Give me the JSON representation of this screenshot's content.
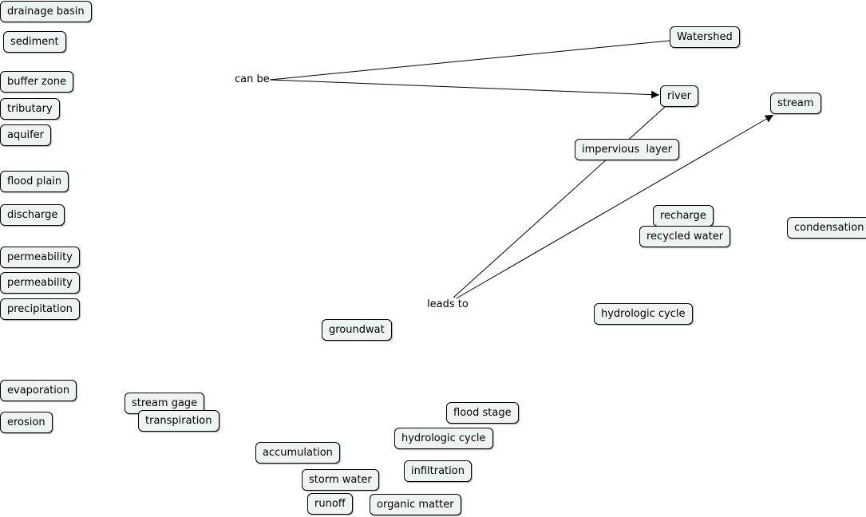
{
  "concepts": {
    "drainage_basin": "drainage basin",
    "sediment": "sediment",
    "buffer_zone": "buffer zone",
    "tributary": "tributary",
    "aquifer": "aquifer",
    "flood_plain": "flood plain",
    "discharge": "discharge",
    "permeability_1": "permeability",
    "permeability_2": "permeability",
    "precipitation": "precipitation",
    "evaporation": "evaporation",
    "erosion": "erosion",
    "stream_gage": "stream gage",
    "transpiration": "transpiration",
    "watershed": "Watershed",
    "river": "river",
    "stream": "stream",
    "impervious_layer": "impervious  layer",
    "recharge": "recharge",
    "recycled_water": "recycled water",
    "condensation": "condensation",
    "hydrologic_cycle_1": "hydrologic cycle",
    "groundwater": "groundwat",
    "flood_stage": "flood stage",
    "hydrologic_cycle_2": "hydrologic cycle",
    "accumulation": "accumulation",
    "infiltration": "infiltration",
    "storm_water": "storm water",
    "runoff": "runoff",
    "organic_matter": "organic matter"
  },
  "linking_phrases": {
    "can_be": "can be",
    "leads_to": "leads to"
  },
  "colors": {
    "node_fill": "#eef3f4",
    "node_border": "#000000",
    "edge": "#000000"
  }
}
